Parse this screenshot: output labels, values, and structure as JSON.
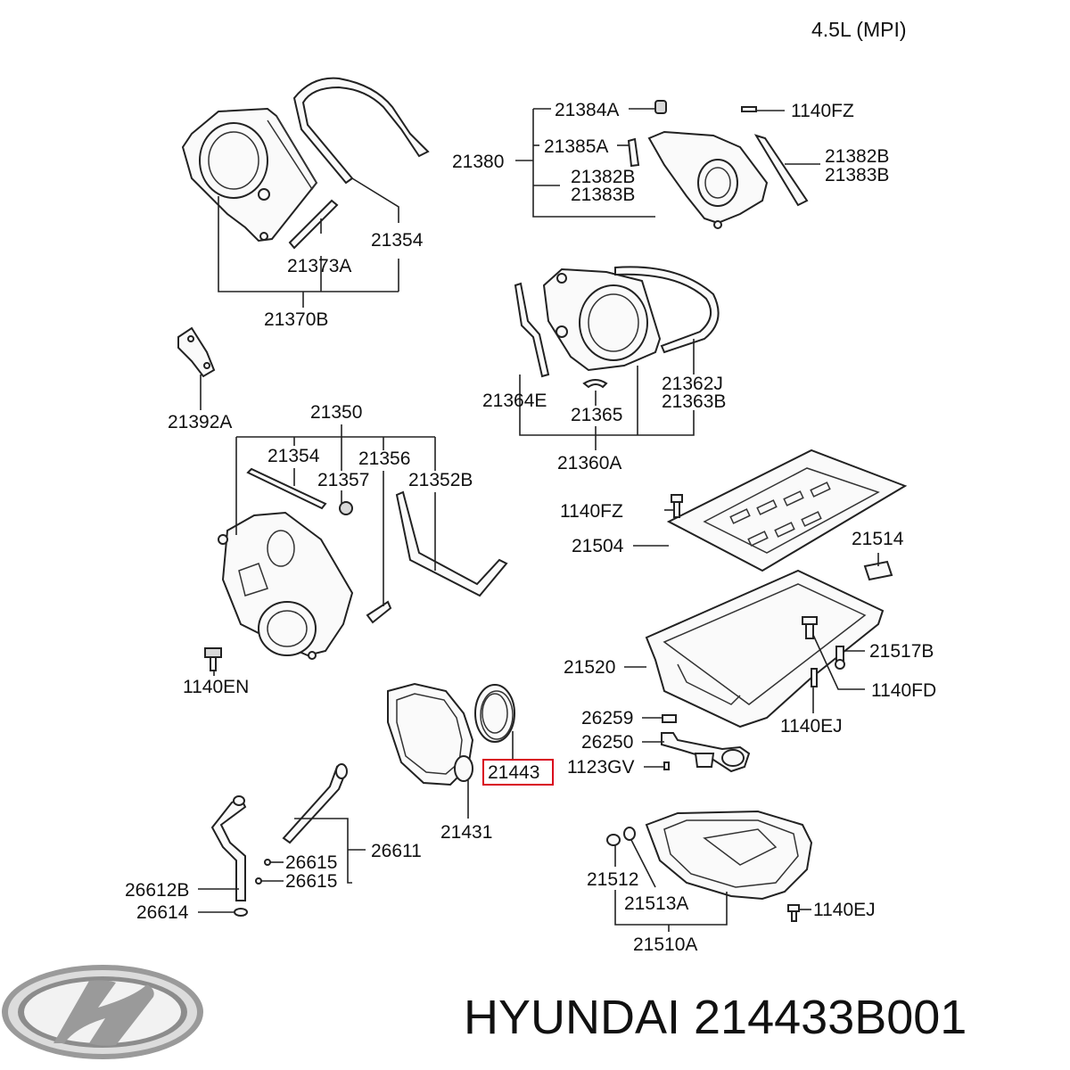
{
  "header": {
    "engine": "4.5L (MPI)"
  },
  "labels": {
    "p21384A": "21384A",
    "p1140FZ_top": "1140FZ",
    "p21380": "21380",
    "p21385A": "21385A",
    "p21382B_l": "21382B",
    "p21383B_l": "21383B",
    "p21382B_r": "21382B",
    "p21383B_r": "21383B",
    "p21354_top": "21354",
    "p21373A": "21373A",
    "p21370B": "21370B",
    "p21364E": "21364E",
    "p21362J": "21362J",
    "p21363B": "21363B",
    "p21365": "21365",
    "p21360A": "21360A",
    "p21392A": "21392A",
    "p21350": "21350",
    "p21354_mid": "21354",
    "p21356": "21356",
    "p21357": "21357",
    "p21352B": "21352B",
    "p1140FZ_mid": "1140FZ",
    "p21504": "21504",
    "p21514": "21514",
    "p1140EN": "1140EN",
    "p21520": "21520",
    "p21517B": "21517B",
    "p1140FD": "1140FD",
    "p26259": "26259",
    "p1140EJ_mid": "1140EJ",
    "p26250": "26250",
    "p21443": "21443",
    "p1123GV": "1123GV",
    "p21431": "21431",
    "p26611": "26611",
    "p26615_a": "26615",
    "p26615_b": "26615",
    "p26612B": "26612B",
    "p26614": "26614",
    "p21512": "21512",
    "p21513A": "21513A",
    "p21510A": "21510A",
    "p1140EJ_bot": "1140EJ"
  },
  "footer": {
    "brand_part": "HYUNDAI 214433B001"
  },
  "highlight": {
    "color": "#d9001b"
  }
}
